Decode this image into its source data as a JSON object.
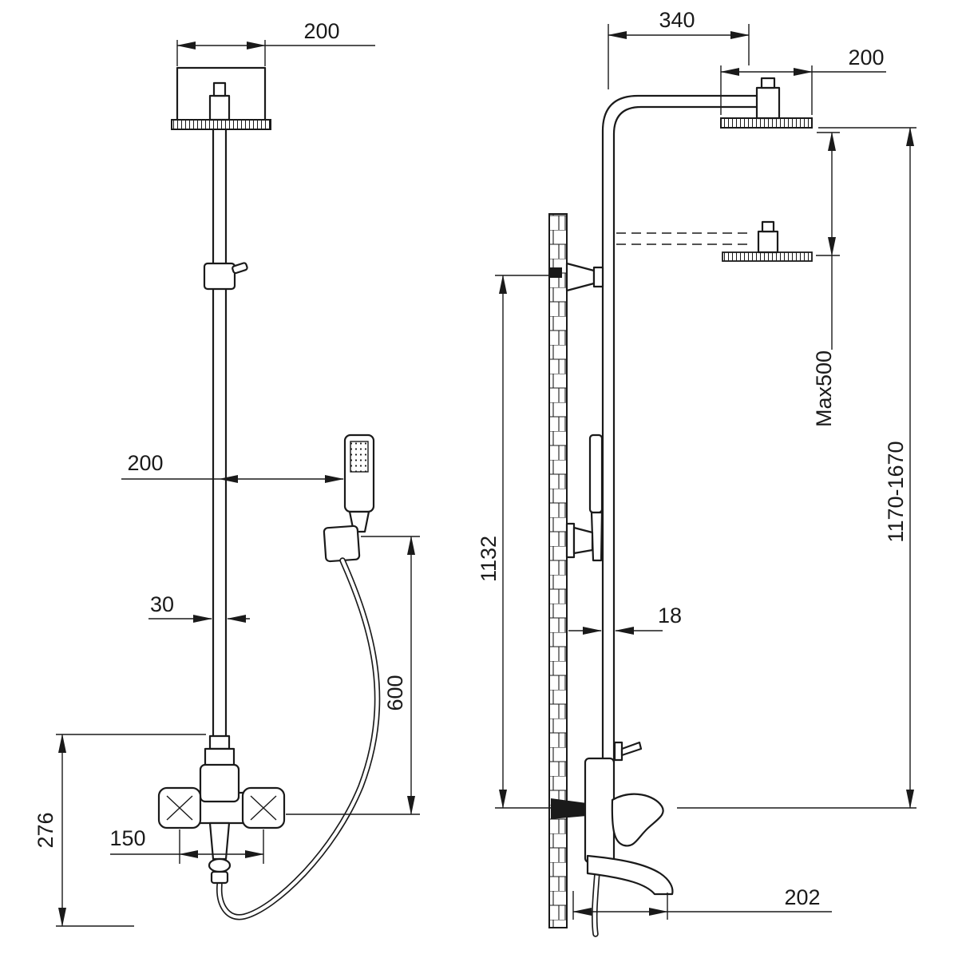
{
  "drawing": {
    "type": "technical-dimension-drawing",
    "subject": "shower column system with rain head, hand shower and bath mixer",
    "line_color": "#1a1a1a",
    "background_color": "#ffffff"
  },
  "dims": {
    "front": {
      "head_width": "200",
      "hand_shower_offset": "200",
      "pipe_width": "30",
      "hose_drop": "600",
      "handle_spacing": "150",
      "mixer_height": "276"
    },
    "side": {
      "arm_reach": "340",
      "head_depth": "200",
      "height_adjustment": "Max500",
      "overall_height": "1170-1670",
      "column_height": "1132",
      "wall_clearance": "18",
      "spout_reach": "202"
    }
  }
}
